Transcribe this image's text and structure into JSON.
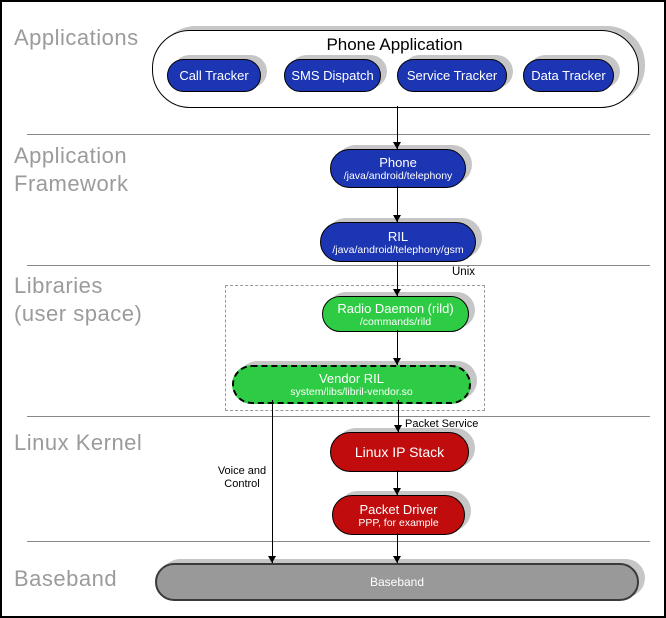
{
  "colors": {
    "blue": "#1b35b3",
    "green": "#2ecc44",
    "red": "#c00c0c",
    "bar-gray": "#999999",
    "label-gray": "#9b9b9b",
    "divider-gray": "#888888",
    "shadow-gray": "#c6c6c6"
  },
  "layers": {
    "applications": {
      "label": "Applications"
    },
    "framework": {
      "line1": "Application",
      "line2": "Framework"
    },
    "libraries": {
      "line1": "Libraries",
      "line2": "(user space)"
    },
    "kernel": {
      "label": "Linux Kernel"
    },
    "baseband": {
      "label": "Baseband"
    }
  },
  "nodes": {
    "phone_application": {
      "title": "Phone Application"
    },
    "call_tracker": {
      "label": "Call Tracker"
    },
    "sms_dispatch": {
      "label": "SMS Dispatch"
    },
    "service_tracker": {
      "label": "Service Tracker"
    },
    "data_tracker": {
      "label": "Data Tracker"
    },
    "phone": {
      "title": "Phone",
      "subtitle": "/java/android/telephony"
    },
    "ril": {
      "title": "RIL",
      "subtitle": "/java/android/telephony/gsm"
    },
    "unix_group": {
      "label": "Unix"
    },
    "radio_daemon": {
      "title": "Radio Daemon (rild)",
      "subtitle": "/commands/rild"
    },
    "vendor_ril": {
      "title": "Vendor RIL",
      "subtitle": "system/libs/libril-vendor.so"
    },
    "linux_ip_stack": {
      "title": "Linux IP Stack"
    },
    "packet_driver": {
      "title": "Packet Driver",
      "subtitle": "PPP, for example"
    },
    "baseband_bar": {
      "label": "Baseband"
    }
  },
  "edge_labels": {
    "voice_control_line1": "Voice and",
    "voice_control_line2": "Control",
    "packet_service": "Packet Service"
  }
}
